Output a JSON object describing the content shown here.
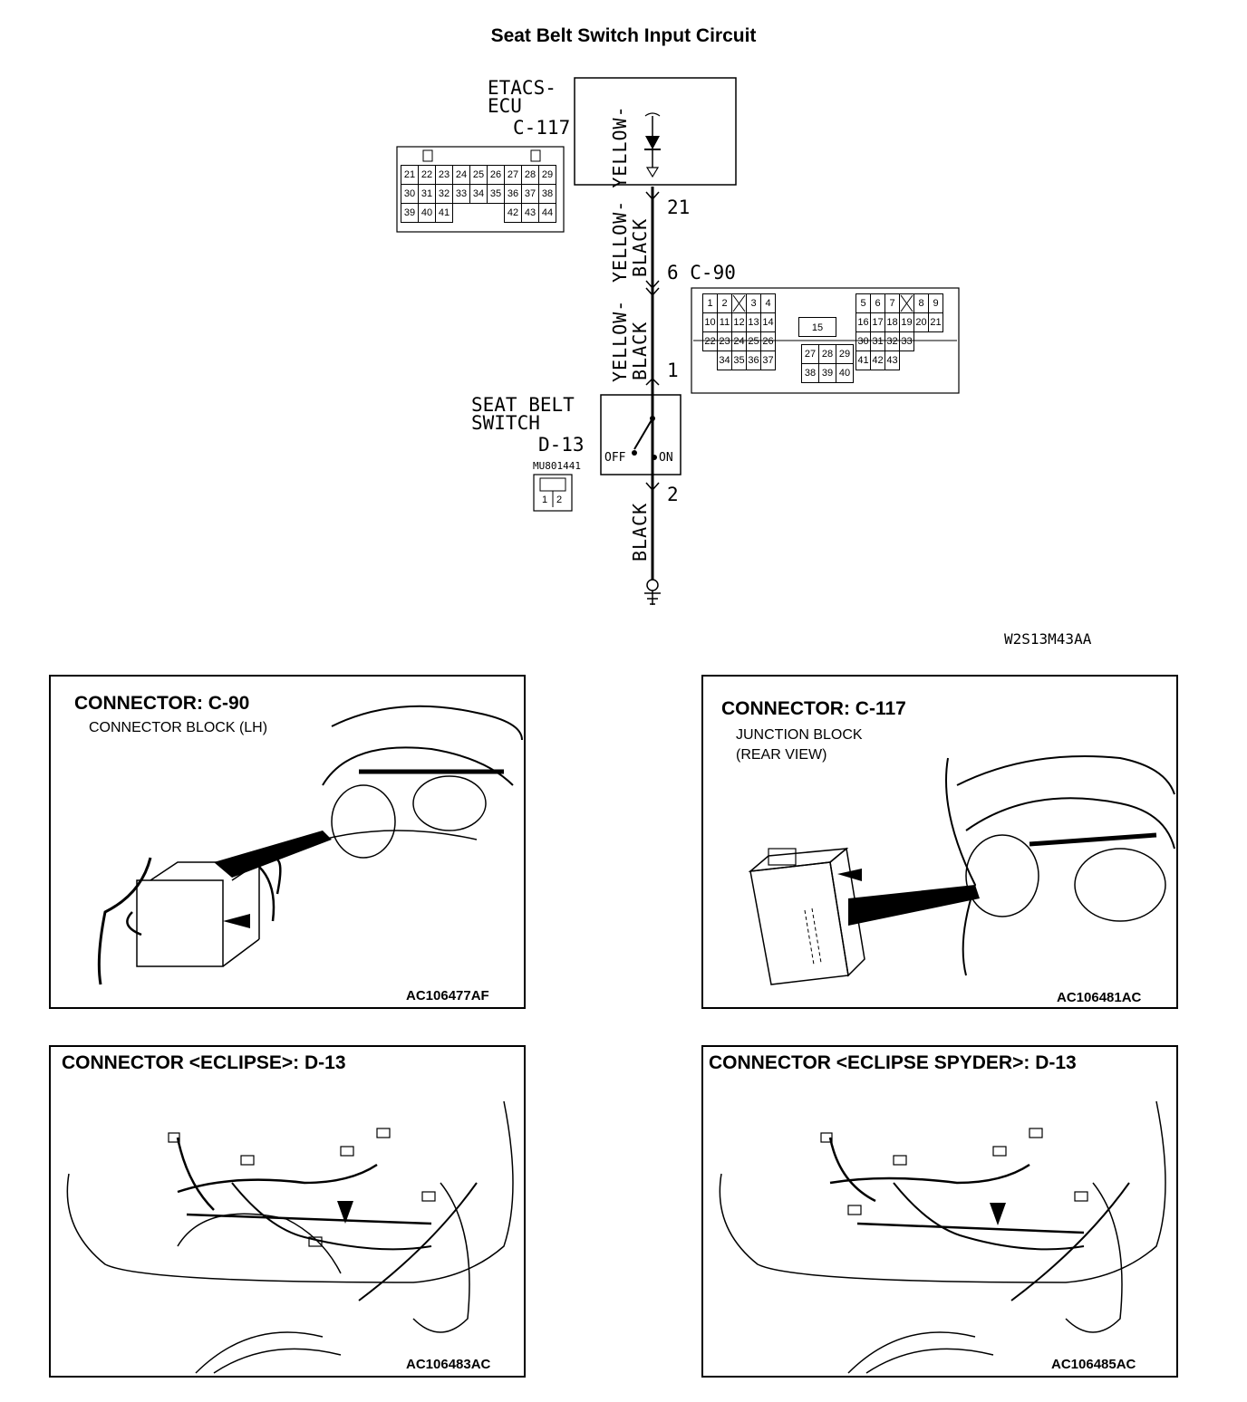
{
  "title": "Seat Belt Switch Input Circuit",
  "ecu": {
    "line1": "ETACS-",
    "line2": "ECU",
    "connector": "C-117",
    "rows": [
      [
        "21",
        "22",
        "23",
        "24",
        "25",
        "26",
        "27",
        "28",
        "29"
      ],
      [
        "30",
        "31",
        "32",
        "33",
        "34",
        "35",
        "36",
        "37",
        "38"
      ],
      [
        "39",
        "40",
        "41",
        "",
        "",
        "",
        "42",
        "43",
        "44"
      ]
    ]
  },
  "c90": {
    "label": "6 C-90",
    "pin_top": "21",
    "pin_mid": "6",
    "pin_bottom": "1",
    "rows_left": [
      [
        "1",
        "2",
        "X",
        "3",
        "4"
      ],
      [
        "10",
        "11",
        "12",
        "13",
        "14"
      ],
      [
        "22",
        "23",
        "24",
        "25",
        "26"
      ],
      [
        "",
        "34",
        "35",
        "36",
        "37"
      ]
    ],
    "center_top": "15",
    "center_rows": [
      [
        "27",
        "28",
        "29"
      ],
      [
        "38",
        "39",
        "40"
      ]
    ],
    "rows_right": [
      [
        "5",
        "6",
        "7",
        "X",
        "8",
        "9"
      ],
      [
        "16",
        "17",
        "18",
        "19",
        "20",
        "21"
      ],
      [
        "30",
        "31",
        "32",
        "33"
      ],
      [
        "41",
        "42",
        "43"
      ]
    ]
  },
  "switch": {
    "line1": "SEAT BELT",
    "line2": "SWITCH",
    "connector": "D-13",
    "part": "MU801441",
    "pins": [
      "1",
      "2"
    ],
    "off": "OFF",
    "on": "ON",
    "pin_bottom": "2"
  },
  "wires": {
    "upper": "YELLOW- YELLOW-",
    "upper2": "BLACK",
    "lower": "YELLOW-",
    "lower2": "BLACK",
    "ground": "BLACK"
  },
  "diagram_code": "W2S13M43AA",
  "panels": [
    {
      "title": "CONNECTOR: C-90",
      "sub1": "CONNECTOR BLOCK (LH)",
      "sub2": "",
      "code": "AC106477AF"
    },
    {
      "title": "CONNECTOR: C-117",
      "sub1": "JUNCTION BLOCK",
      "sub2": "(REAR VIEW)",
      "code": "AC106481AC"
    },
    {
      "title": "CONNECTOR <ECLIPSE>: D-13",
      "sub1": "",
      "sub2": "",
      "code": "AC106483AC"
    },
    {
      "title": "CONNECTOR <ECLIPSE SPYDER>: D-13",
      "sub1": "",
      "sub2": "",
      "code": "AC106485AC"
    }
  ]
}
